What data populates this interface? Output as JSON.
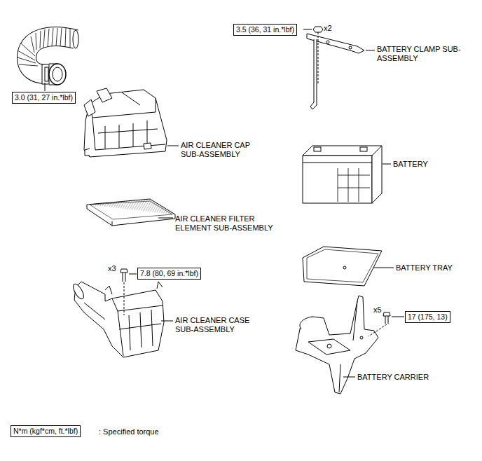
{
  "diagram": {
    "nodes": [
      {
        "text": [
          "3.5 (36, 31 in.*lbf)"
        ]
      },
      {
        "text": [
          "3.0 (31, 27 in.*lbf)"
        ]
      },
      {
        "text": [
          "7.8 (80, 69 in.*lbf)"
        ]
      },
      {
        "text": [
          "17 (175, 13)"
        ]
      },
      {
        "text": [
          "N*m (kgf*cm, ft.*lbf)"
        ]
      }
    ],
    "labels": [
      "x2",
      "BATTERY CLAMP SUB-ASSEMBLY",
      "AIR CLEANER CAP SUB-ASSEMBLY",
      "BATTERY",
      "AIR CLEANER FILTER ELEMENT SUB-ASSEMBLY",
      "x3",
      "BATTERY TRAY",
      "x5",
      "AIR CLEANER CASE SUB-ASSEMBLY",
      "BATTERY CARRIER",
      ": Specified torque"
    ]
  }
}
